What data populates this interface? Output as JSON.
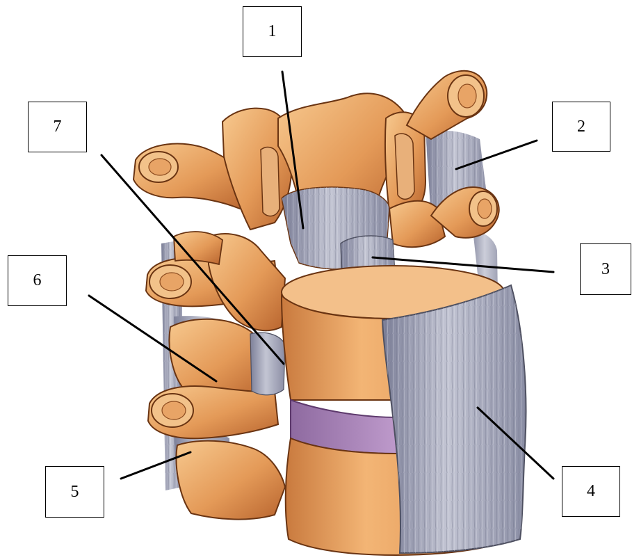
{
  "diagram": {
    "labels": [
      {
        "id": "label-1",
        "text": "1"
      },
      {
        "id": "label-2",
        "text": "2"
      },
      {
        "id": "label-3",
        "text": "3"
      },
      {
        "id": "label-4",
        "text": "4"
      },
      {
        "id": "label-5",
        "text": "5"
      },
      {
        "id": "label-6",
        "text": "6"
      },
      {
        "id": "label-7",
        "text": "7"
      }
    ]
  },
  "colors": {
    "bone": "#e8a060",
    "bone_light": "#f6c98f",
    "bone_dark": "#b8642e",
    "ligament": "#8c8fa6",
    "ligament_light": "#b9bccb",
    "disc": "#a784b6",
    "outline": "#5a2a10",
    "leader_line": "#000000"
  }
}
